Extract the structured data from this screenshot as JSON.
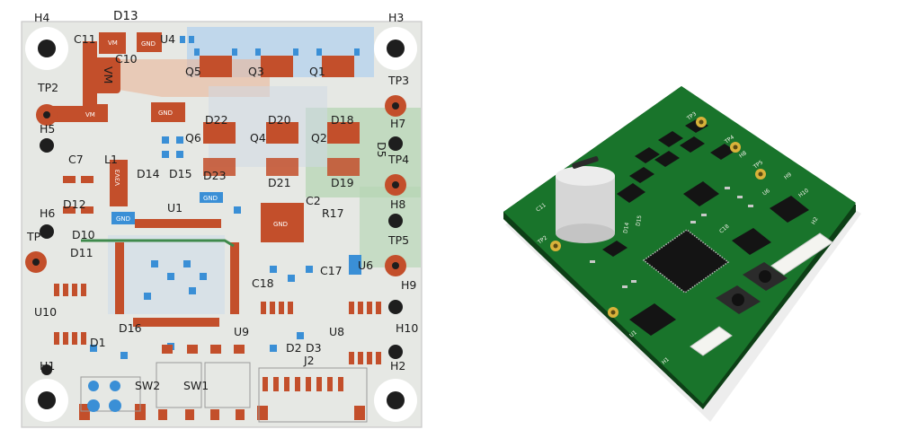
{
  "layout_view": {
    "refdes": {
      "H4": "H4",
      "D13": "D13",
      "H3": "H3",
      "C11": "C11",
      "U4": "U4",
      "C10": "C10",
      "VM": "VM",
      "Q5": "Q5",
      "Q3": "Q3",
      "Q1": "Q1",
      "TP2": "TP2",
      "TP3": "TP3",
      "H5": "H5",
      "H7": "H7",
      "D22": "D22",
      "D20": "D20",
      "D18": "D18",
      "Q6": "Q6",
      "Q4": "Q4",
      "Q2": "Q2",
      "D5": "D5",
      "C7": "C7",
      "L1": "L1",
      "D14": "D14",
      "D15": "D15",
      "D23": "D23",
      "D21": "D21",
      "D19": "D19",
      "TP4": "TP4",
      "D12": "D12",
      "U1": "U1",
      "C2": "C2",
      "R17": "R17",
      "H6": "H6",
      "H8": "H8",
      "TP1": "TP",
      "D10": "D10",
      "D11": "D11",
      "TP5": "TP5",
      "U6": "U6",
      "C17": "C17",
      "C18": "C18",
      "H9": "H9",
      "U10": "U10",
      "D16": "D16",
      "U9": "U9",
      "U8": "U8",
      "H10": "H10",
      "D1": "D1",
      "D2": "D2",
      "D3": "D3",
      "J2": "J2",
      "H1": "H1",
      "H2": "H2",
      "SW2": "SW2",
      "SW1": "SW1"
    },
    "nets": {
      "vm": "VM",
      "gnd": "GND",
      "v3v3": "V3V3"
    }
  },
  "render_view": {
    "silk": {
      "C11": "C11",
      "TP2": "TP2",
      "D14": "D14",
      "D15": "D15",
      "C18": "C18",
      "U1": "U1",
      "H1": "H1",
      "H2": "H2",
      "H9": "H9",
      "H10": "H10",
      "TP3": "TP3",
      "TP4": "TP4",
      "TP5": "TP5",
      "U6": "U6",
      "H8": "H8"
    }
  },
  "colors": {
    "board": "#e8eae6",
    "copper": "#c34f2b",
    "pad_blue": "#3a8fd6",
    "zone_blue": "#b9d4ec",
    "zone_green": "#b6d6b4",
    "zone_peach": "#e9b59a",
    "hole": "#1e1e1e",
    "outline": "#c8c8c8",
    "pcb_green": "#18702a",
    "pcb_dark": "#0e4a1a",
    "chip": "#151515",
    "gold": "#d9b23a",
    "cap_white": "#e4e4e4"
  }
}
